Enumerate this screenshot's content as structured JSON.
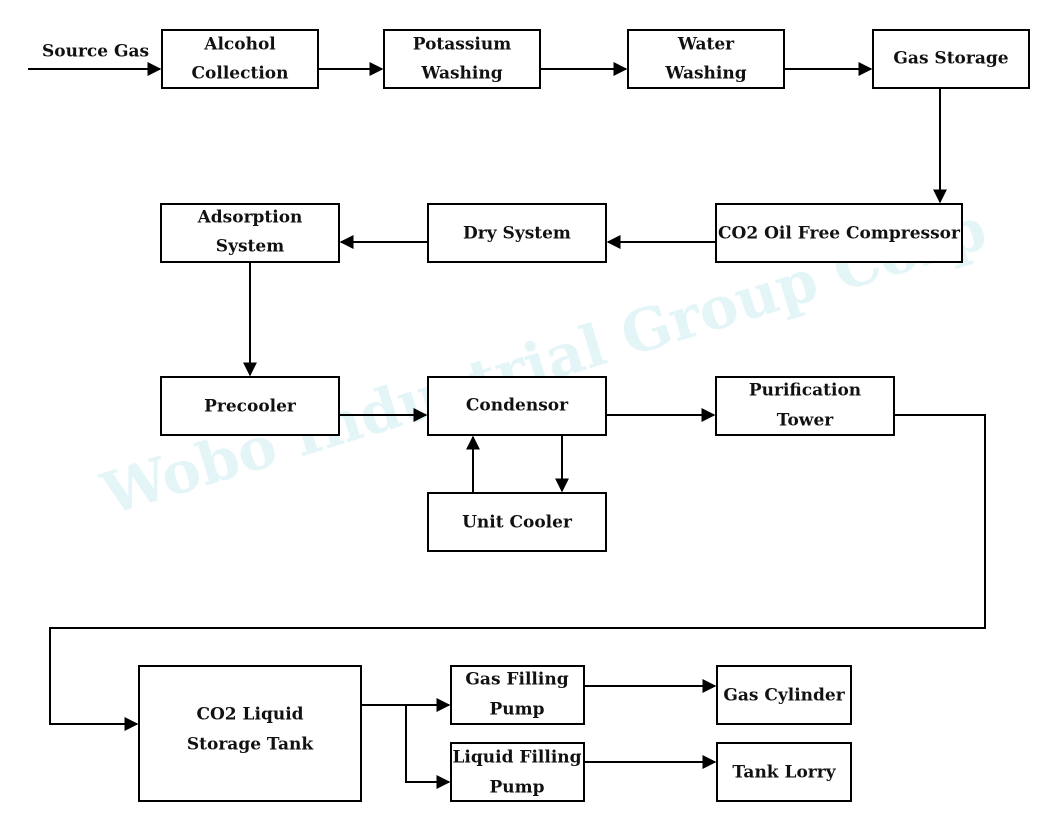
{
  "watermark": "Wobo Industrial Group Corp",
  "source": "Source Gas",
  "nodes": {
    "alcohol": [
      "Alcohol",
      "Collection"
    ],
    "potassium": [
      "Potassium",
      "Washing"
    ],
    "water": [
      "Water",
      "Washing"
    ],
    "gas_storage": [
      "Gas Storage"
    ],
    "compressor": [
      "CO2 Oil Free Compressor"
    ],
    "dry": [
      "Dry System"
    ],
    "adsorption": [
      "Adsorption",
      "System"
    ],
    "precooler": [
      "Precooler"
    ],
    "condensor": [
      "Condensor"
    ],
    "purification": [
      "Purification",
      "Tower"
    ],
    "unit_cooler": [
      "Unit Cooler"
    ],
    "storage_tank": [
      "CO2 Liquid",
      "Storage Tank"
    ],
    "gas_pump": [
      "Gas Filling",
      "Pump"
    ],
    "liquid_pump": [
      "Liquid Filling",
      "Pump"
    ],
    "gas_cylinder": [
      "Gas Cylinder"
    ],
    "tank_lorry": [
      "Tank Lorry"
    ]
  },
  "colors": {
    "line": "#000000",
    "text": "#111111",
    "watermark": "#cfeef3"
  }
}
